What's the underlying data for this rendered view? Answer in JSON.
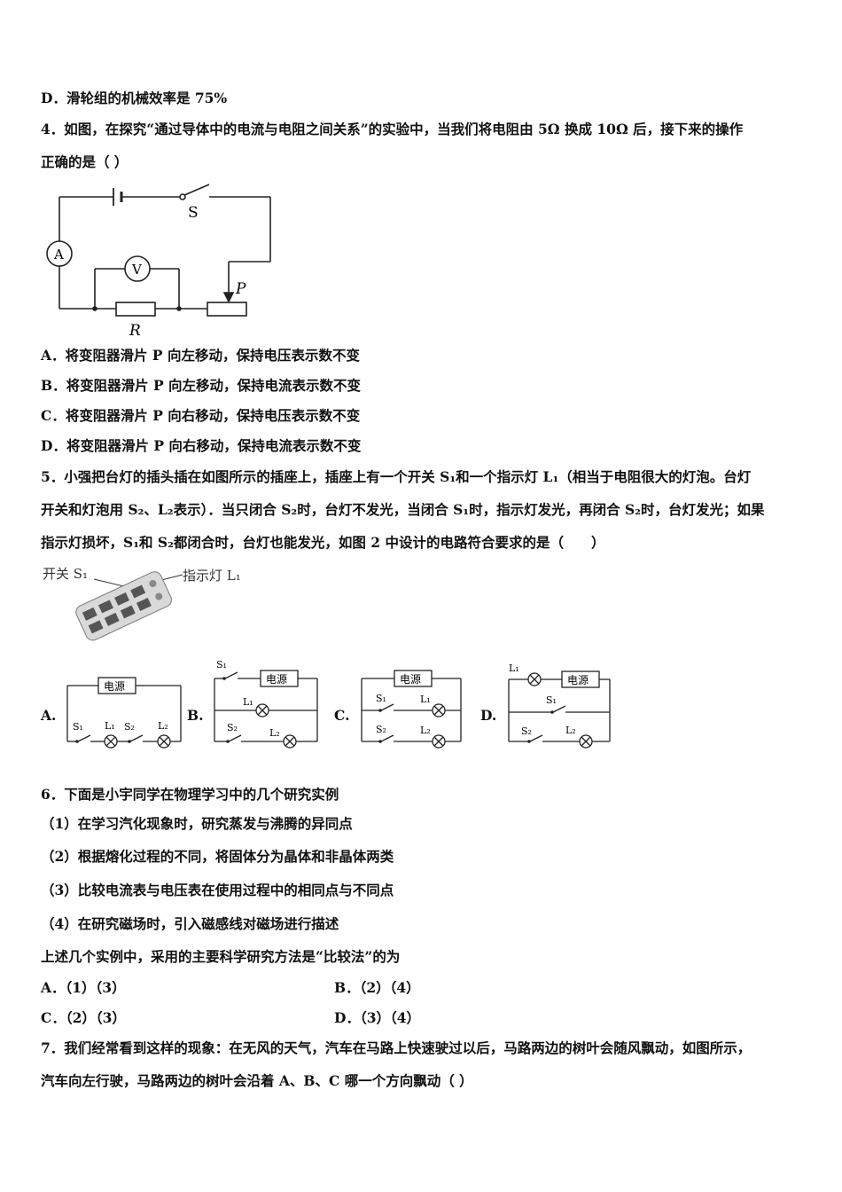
{
  "lines": [
    "D．滑轮组的机械效率是 75%",
    "4．如图，在探究“通过导体中的电流与电阻之间关系”的实验中，当我们将电阻由 5Ω 换成 10Ω 后，接下来的操作",
    "正确的是（ ）",
    "A．将变阻器滑片 P 向左移动，保持电压表示数不变",
    "B．将变阻器滑片 P 向左移动，保持电流表示数不变",
    "C．将变阻器滑片 P 向右移动，保持电压表示数不变",
    "D．将变阻器滑片 P 向右移动，保持电流表示数不变",
    "5．小强把台灯的插头插在如图所示的插座上，插座上有一个开关 S₁和一个指示灯 L₁（相当于电阻很大的灯泡。台灯",
    "开关和灯泡用 S₂、L₂表示）．当只闭合 S₂时，台灯不发光，当闭合 S₁时，指示灯发光，再闭合 S₂时，台灯发光；如果",
    "指示灯损坏，S₁和 S₂都闭合时，台灯也能发光，如图 2 中设计的电路符合要求的是（　　）",
    "6．下面是小宇同学在物理学习中的几个研究实例",
    "（1）在学习汽化现象时，研究蒸发与沸腾的异同点",
    "（2）根据熔化过程的不同，将固体分为晶体和非晶体两类",
    "（3）比较电流表与电压表在使用过程中的相同点与不同点",
    "（4）在研究磁场时，引入磁感线对磁场进行描述",
    "上述几个实例中，采用的主要科学研究方法是“比较法”的为",
    "7．我们经常看到这样的现象：在无风的天气，汽车在马路上快速驶过以后，马路两边的树叶会随风飘动，如图所示，",
    "汽车向左行驶，马路两边的树叶会沿着 A、B、C 哪一个方向飘动（ ）"
  ],
  "q6_options": [
    "A．（1）（3）",
    "B．（2）（4）",
    "C．（2）（3）",
    "D．（3）（4）"
  ],
  "q4_figure": {
    "switch": "S",
    "ammeter": "A",
    "voltmeter": "V",
    "slider": "P",
    "resistor": "R"
  },
  "q5_socket": {
    "switch_label": "开关 S₁",
    "lamp_label": "指示灯 L₁"
  },
  "q5_circuits": {
    "labels": [
      "A.",
      "B.",
      "C.",
      "D."
    ],
    "power": "电源",
    "s1": "S₁",
    "s2": "S₂",
    "l1": "L₁",
    "l2": "L₂"
  }
}
